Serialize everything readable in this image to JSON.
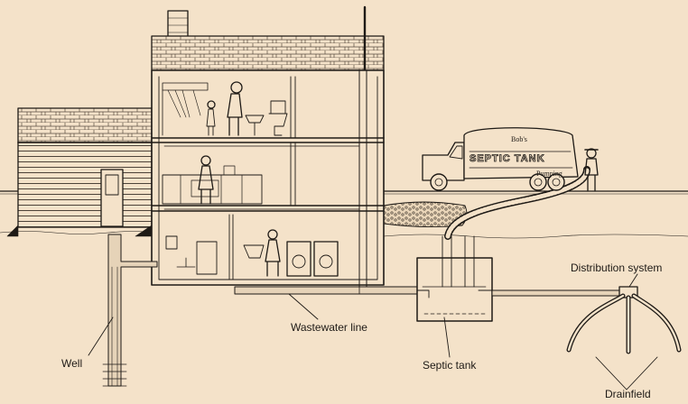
{
  "labels": {
    "well": "Well",
    "wastewater_line": "Wastewater line",
    "septic_tank": "Septic tank",
    "distribution_system": "Distribution system",
    "drainfield": "Drainfield"
  },
  "truck": {
    "owner": "Bob's",
    "sign": "SEPTIC TANK",
    "service": "Pumping"
  },
  "colors": {
    "background": "#f4e2c9",
    "ink": "#1e1a16",
    "pipe_fill": "#e6d3b8"
  }
}
